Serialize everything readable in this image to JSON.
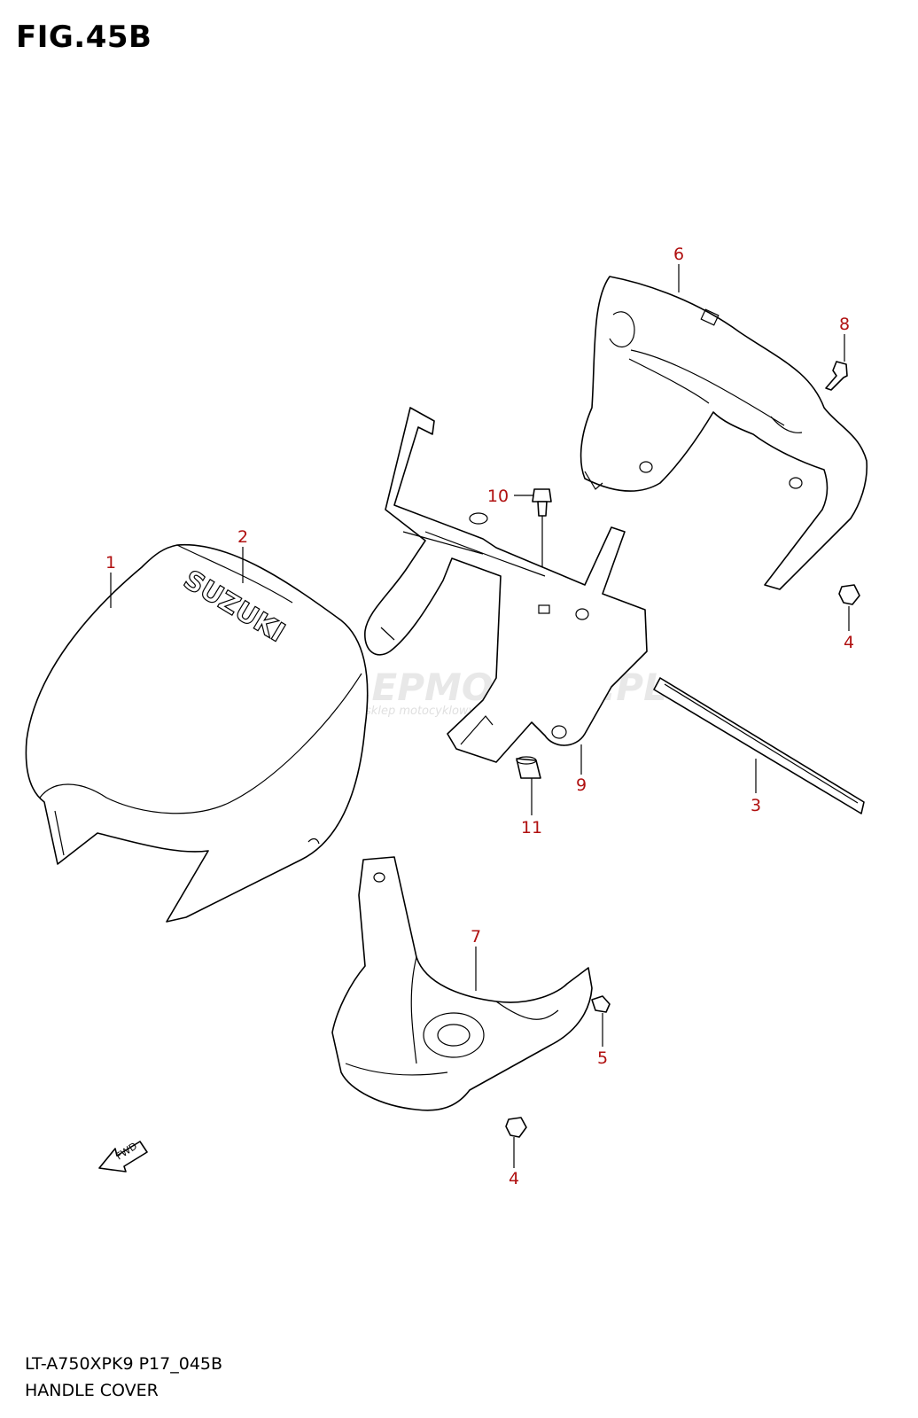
{
  "header": {
    "figure_label": "FIG.45B"
  },
  "footer": {
    "model_code": "LT-A750XPK9 P17_045B",
    "section_title": "HANDLE COVER"
  },
  "watermark": {
    "brand": "SKLEPMOTO24.PL",
    "tagline": "internetowy sklep motocyklowy"
  },
  "emblem": {
    "brand_text": "SUZUKI"
  },
  "direction_marker": {
    "text": "FWD"
  },
  "callouts": [
    "1",
    "2",
    "3",
    "4",
    "4",
    "5",
    "6",
    "7",
    "8",
    "9",
    "10",
    "11"
  ],
  "colors": {
    "callout": "#b01010",
    "line": "#000000",
    "watermark": "#e8e8e8"
  }
}
